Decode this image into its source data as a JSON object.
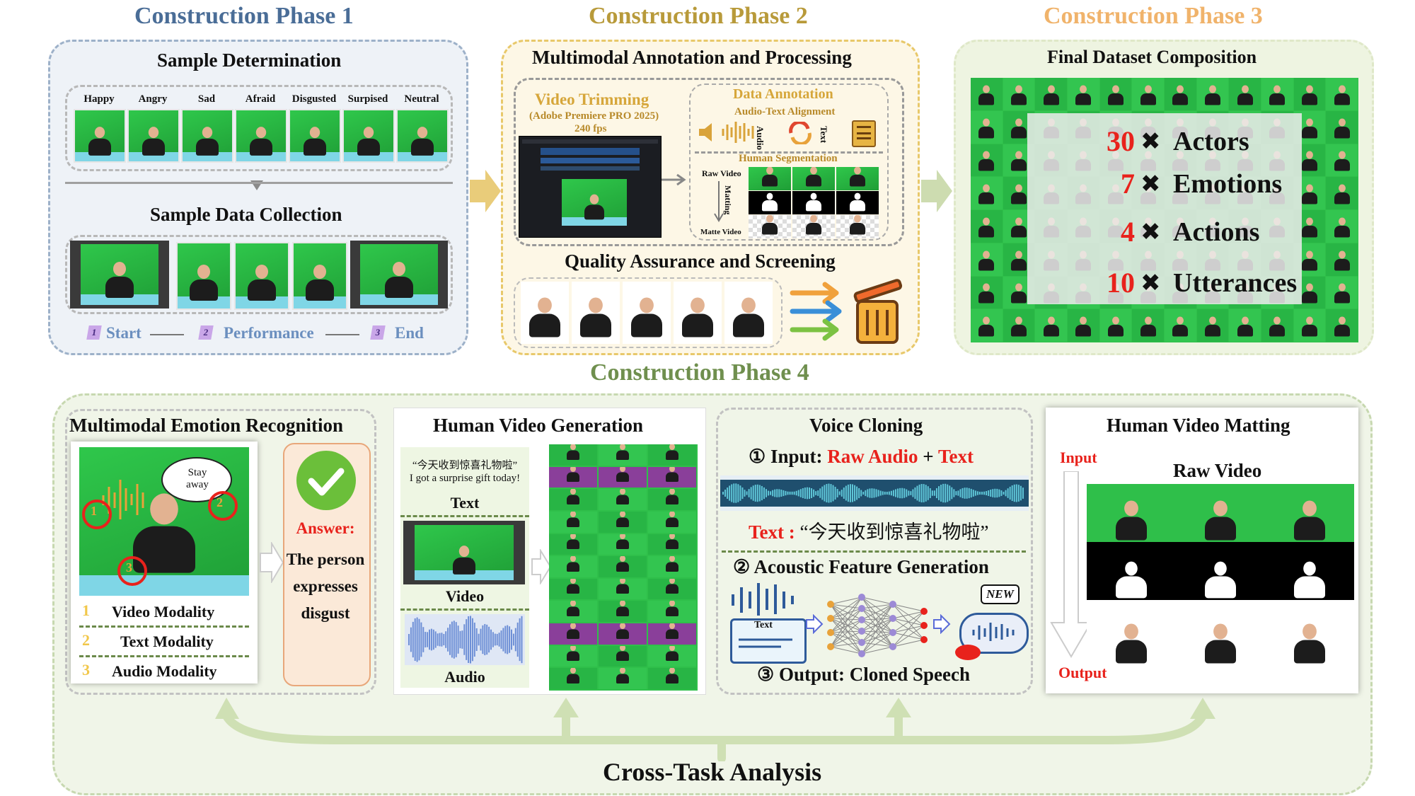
{
  "phases": {
    "p1": "Construction Phase 1",
    "p2": "Construction Phase 2",
    "p3": "Construction Phase 3",
    "p4": "Construction Phase 4"
  },
  "colors": {
    "p1": "#4a6d97",
    "p2": "#b89a3a",
    "p3": "#f0b36b",
    "p4": "#6f8f4e",
    "red": "#e8221c"
  },
  "phase1": {
    "sample_determination": "Sample Determination",
    "emotions": [
      "Happy",
      "Angry",
      "Sad",
      "Afraid",
      "Disgusted",
      "Surpised",
      "Neutral"
    ],
    "sample_data_collection": "Sample Data Collection",
    "steps": [
      {
        "num": "1",
        "label": "Start"
      },
      {
        "num": "2",
        "label": "Performance"
      },
      {
        "num": "3",
        "label": "End"
      }
    ]
  },
  "phase2": {
    "title": "Multimodal Annotation and Processing",
    "video_trimming": "Video Trimming",
    "software": "(Adobe Premiere PRO 2025)",
    "fps": "240 fps",
    "data_annotation": "Data Annotation",
    "audio_text_alignment": "Audio-Text Alignment",
    "audio": "Audio",
    "text": "Text",
    "human_segmentation": "Human Segmentation",
    "raw_video": "Raw Video",
    "matting": "Matting",
    "matte_video": "Matte Video",
    "qa": "Quality Assurance and Screening"
  },
  "phase3": {
    "title": "Final Dataset Composition",
    "rows": [
      {
        "num": "30",
        "label": "Actors"
      },
      {
        "num": "7",
        "label": "Emotions"
      },
      {
        "num": "4",
        "label": "Actions"
      },
      {
        "num": "10",
        "label": "Utterances"
      }
    ],
    "times": "✖"
  },
  "phase4": {
    "mer": {
      "title": "Multimodal Emotion Recognition",
      "bubble": "Stay away",
      "answer_label": "Answer:",
      "answer_text": "The person expresses disgust",
      "modalities": [
        "Video Modality",
        "Text Modality",
        "Audio Modality"
      ],
      "badges": [
        "1",
        "2",
        "3"
      ]
    },
    "hvg": {
      "title": "Human Video Generation",
      "quote_cn": "“今天收到惊喜礼物啦”",
      "quote_en": "I got a surprise gift today!",
      "text": "Text",
      "video": "Video",
      "audio": "Audio"
    },
    "vc": {
      "title": "Voice Cloning",
      "step1_prefix": "① Input:",
      "raw_audio": "Raw Audio",
      "plus": "+",
      "text": "Text",
      "text_label": "Text :",
      "text_value": "“今天收到惊喜礼物啦”",
      "step2": "② Acoustic Feature Generation",
      "doc_text": "Text",
      "new_badge": "NEW",
      "step3": "③ Output: Cloned Speech"
    },
    "hvm": {
      "title": "Human Video Matting",
      "input": "Input",
      "raw_video": "Raw Video",
      "output": "Output"
    },
    "cross_task": "Cross-Task Analysis"
  }
}
